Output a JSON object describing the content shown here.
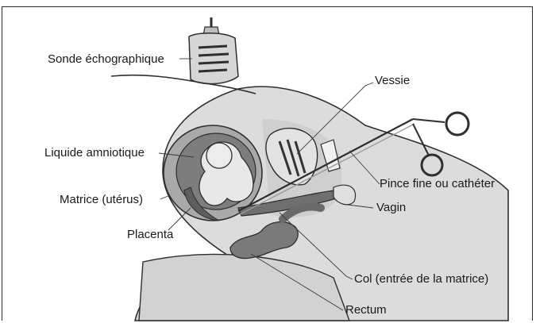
{
  "diagram": {
    "labels": {
      "probe": "Sonde échographique",
      "bladder": "Vessie",
      "amniotic_fluid": "Liquide amniotique",
      "forceps": "Pince fine ou cathéter",
      "uterus": "Matrice (utérus)",
      "vagina": "Vagin",
      "placenta": "Placenta",
      "cervix": "Col (entrée de la matrice)",
      "rectum": "Rectum"
    },
    "colors": {
      "outline": "#2e2e2e",
      "skin": "#d9d9d9",
      "tissue_dark": "#8f8f8f",
      "tissue_mid": "#b8b8b8",
      "fetus": "#e6e6e6",
      "leader_line": "#3a3a3a"
    }
  }
}
